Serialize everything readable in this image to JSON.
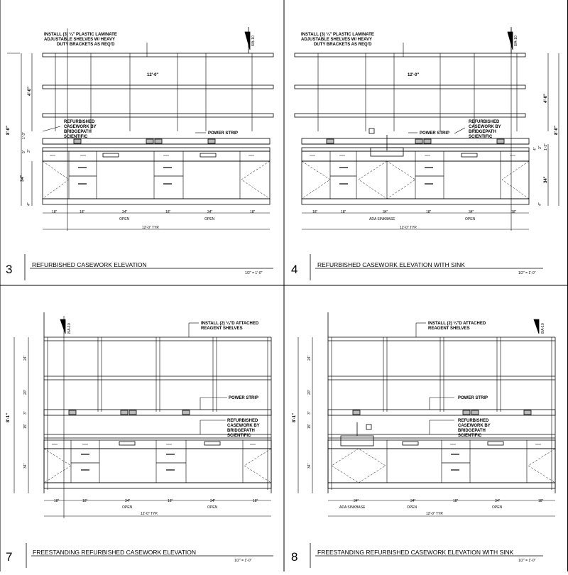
{
  "panel3": {
    "number": "3",
    "title": "REFURBISHED CASEWORK ELEVATION",
    "scale": "1/2\" = 1'-0\"",
    "note_shelves": [
      "INSTALL (3) ¼\" PLASTIC LAMINATE",
      "ADJUSTABLE SHELVES W/ HEAVY",
      "DUTY BRACKETS AS REQ'D"
    ],
    "note_casework": [
      "REFURBISHED",
      "CASEWORK BY",
      "BRIDGEPATH",
      "SCIENTIFIC"
    ],
    "note_power": "POWER STRIP",
    "section_tag": "8/A-10",
    "dim_top": "12'-0\"",
    "dim_overall_h": "8'-0\"",
    "dim_upper_h": "4'-0\"",
    "dim_base_h": "34\"",
    "dim_small": [
      "1'-3\"",
      "3\"",
      "5\"",
      "4\""
    ],
    "bottom_dims": [
      "18\"",
      "18\"",
      "34\"",
      "18\"",
      "34\"",
      "18\""
    ],
    "bottom_subs": [
      "OPEN",
      "OPEN"
    ],
    "typ": "12'-0\" TYP."
  },
  "panel4": {
    "number": "4",
    "title": "REFURBISHED CASEWORK ELEVATION WITH SINK",
    "scale": "1/2\" = 1'-0\"",
    "note_shelves": [
      "INSTALL (3) ¼\" PLASTIC LAMINATE",
      "ADJUSTABLE SHELVES W/ HEAVY",
      "DUTY BRACKETS AS REQ'D"
    ],
    "note_casework": [
      "REFURBISHED",
      "CASEWORK BY",
      "BRIDGEPATH",
      "SCIENTIFIC"
    ],
    "note_power": "POWER STRIP",
    "section_tag": "8/A-10",
    "dim_top": "12'-0\"",
    "dim_overall_h": "8'-0\"",
    "dim_upper_h": "4'-0\"",
    "dim_base_h": "34\"",
    "dim_small": [
      "1'-3\"",
      "3\"",
      "4\"",
      "4\""
    ],
    "bottom_dims": [
      "18\"",
      "18\"",
      "34\"",
      "18\"",
      "34\"",
      "18\""
    ],
    "bottom_subs": [
      "ADA SINKBASE",
      "OPEN"
    ],
    "typ": "12'-0\" TYP."
  },
  "panel7": {
    "number": "7",
    "title": "FREESTANDING REFURBISHED CASEWORK ELEVATION",
    "scale": "1/2\" = 1'-0\"",
    "note_shelves": [
      "INSTALL (2) ¼\"D ATTACHED",
      "REAGENT SHELVES"
    ],
    "note_casework": [
      "REFURBISHED",
      "CASEWORK BY",
      "BRIDGEPATH",
      "SCIENTIFIC"
    ],
    "note_power": "POWER STRIP",
    "section_tag": "8/A-10",
    "dim_overall_h": "8'-1\"",
    "dim_left": [
      "24\"",
      "20\"",
      "3\"",
      "15\"",
      "34\""
    ],
    "bottom_dims": [
      "18\"",
      "18\"",
      "34\"",
      "18\"",
      "34\"",
      "18\""
    ],
    "bottom_subs": [
      "OPEN",
      "OPEN"
    ],
    "typ": "12'-0\" TYP."
  },
  "panel8": {
    "number": "8",
    "title": "FREESTANDING REFURBISHED CASEWORK ELEVATION WITH SINK",
    "scale": "1/2\" = 1'-0\"",
    "note_shelves": [
      "INSTALL (2) ¼\"D ATTACHED",
      "REAGENT SHELVES"
    ],
    "note_casework": [
      "REFURBISHED",
      "CASEWORK BY",
      "BRIDGEPATH",
      "SCIENTIFIC"
    ],
    "note_power": "POWER STRIP",
    "section_tag": "8/A-10",
    "dim_overall_h": "8'-1\"",
    "dim_left": [
      "24\"",
      "20\"",
      "3\"",
      "15\"",
      "34\""
    ],
    "bottom_dims": [
      "34\"",
      "34\"",
      "18\"",
      "34\"",
      "18\""
    ],
    "bottom_subs": [
      "ADA SINKBASE",
      "OPEN",
      "OPEN"
    ],
    "typ": "12'-0\" TYP."
  }
}
